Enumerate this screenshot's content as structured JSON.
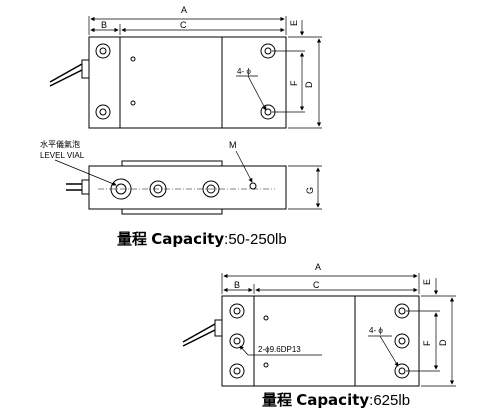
{
  "top_view": {
    "dims": {
      "A": "A",
      "B": "B",
      "C": "C",
      "D": "D",
      "E": "E",
      "F": "F"
    },
    "hole_label": "4- ϕ"
  },
  "side_view": {
    "level_vial_cn": "水平儀氣泡",
    "level_vial_en": "LEVEL  VIAL",
    "m_label": "M",
    "g_label": "G"
  },
  "caption1": {
    "cn": "量程",
    "label": "Capacity",
    "value": ":50-250lb"
  },
  "bottom_view": {
    "dims": {
      "A": "A",
      "B": "B",
      "C": "C",
      "D": "D",
      "E": "E",
      "F": "F"
    },
    "hole_label": "4- ϕ",
    "dp_label": "2-ϕ9.6DP13"
  },
  "caption2": {
    "cn": "量程",
    "label": "Capacity",
    "value": ":625lb"
  }
}
